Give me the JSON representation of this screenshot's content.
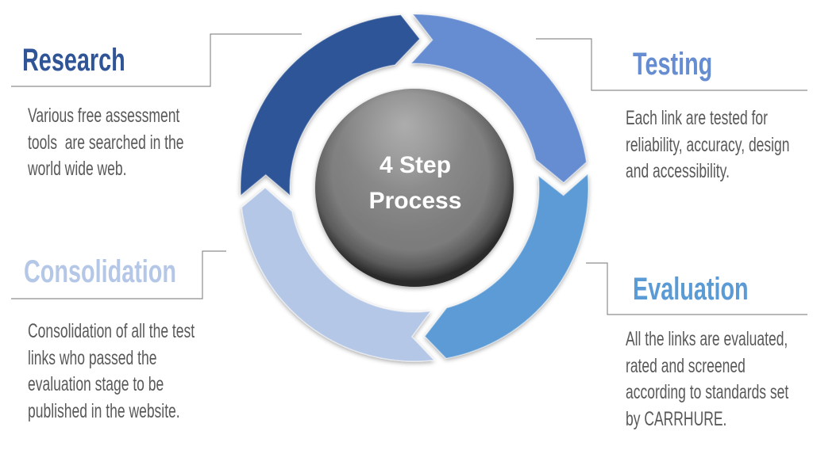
{
  "center": {
    "line1": "4 Step",
    "line2": "Process",
    "color": "#7A7A7A"
  },
  "steps": [
    {
      "name": "Research",
      "color": "#2F5597",
      "description": [
        "Various free assessment",
        "tools  are searched in the",
        "world wide web."
      ]
    },
    {
      "name": "Testing",
      "color": "#668DD1",
      "description": [
        "Each link are tested for",
        "reliability, accuracy, design",
        "and accessibility."
      ]
    },
    {
      "name": "Evaluation",
      "color": "#5B9BD5",
      "description": [
        "All the links are evaluated,",
        "rated and screened",
        "according to standards set",
        "by CARRHURE."
      ]
    },
    {
      "name": "Consolidation",
      "color": "#B4C7E7",
      "description": [
        "Consolidation of all the test",
        "links who passed the",
        "evaluation stage to be",
        "published in the website."
      ]
    }
  ],
  "colors": {
    "body_text": "#595959",
    "connector": "#8E8E8E",
    "background": "#FFFFFF"
  }
}
